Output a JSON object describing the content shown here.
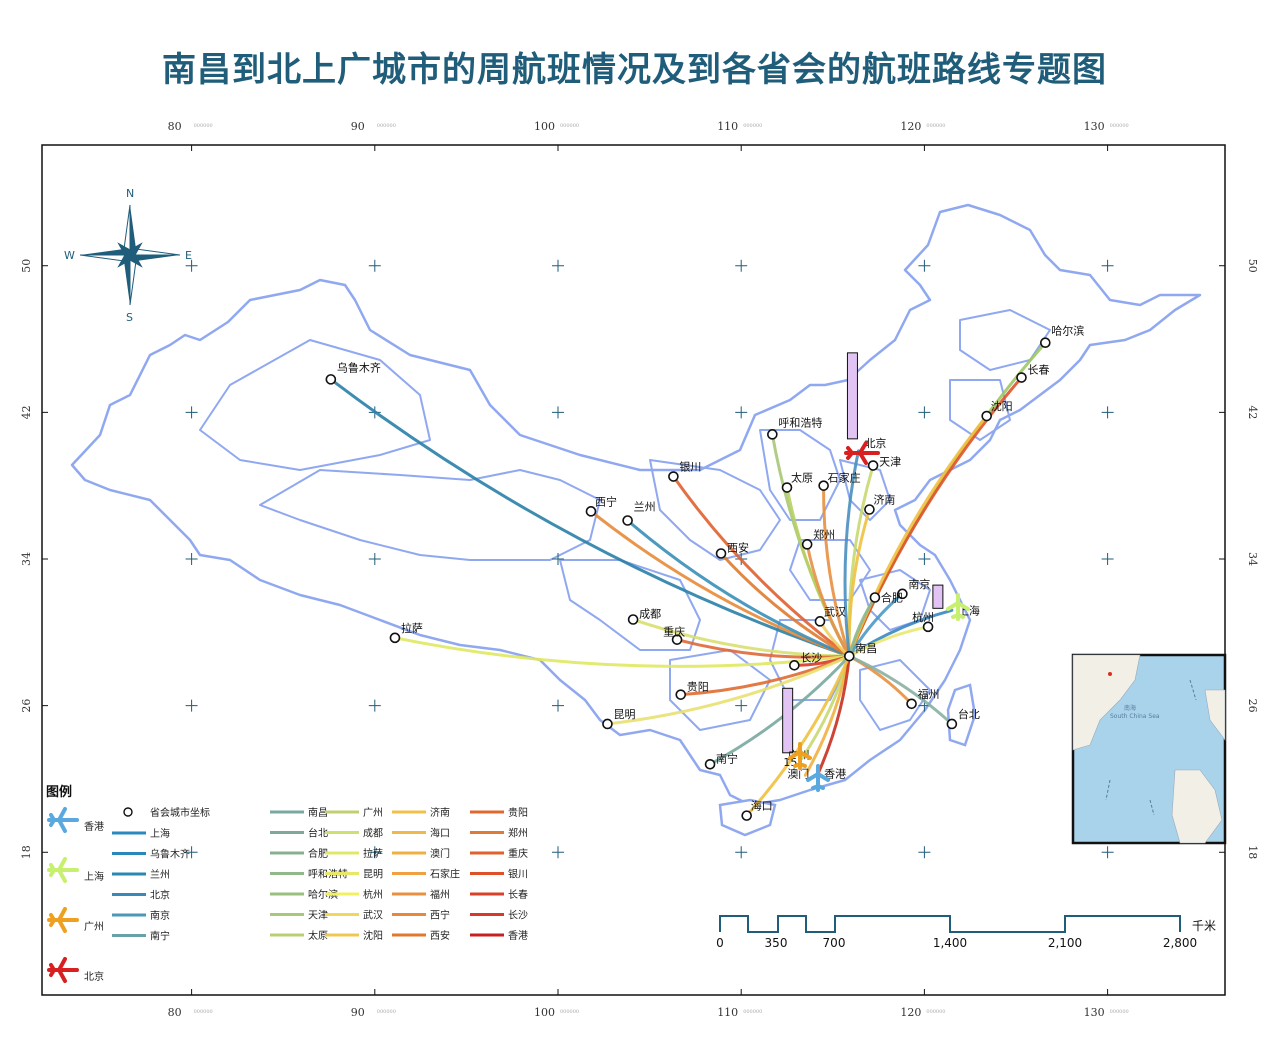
{
  "title": "南昌到北上广城市的周航班情况及到各省会的航班路线专题图",
  "axis": {
    "lon_ticks": [
      "80",
      "90",
      "100",
      "110",
      "120",
      "130"
    ],
    "lat_ticks": [
      "50",
      "42",
      "34",
      "26",
      "18"
    ],
    "sub_label": "000000"
  },
  "compass": {
    "n": "N",
    "s": "S",
    "e": "E",
    "w": "W"
  },
  "hub": {
    "name": "南昌",
    "lon": 115.9,
    "lat": 28.7
  },
  "cities": [
    {
      "name": "乌鲁木齐",
      "lon": 87.6,
      "lat": 43.8,
      "color": "#2a7fa8"
    },
    {
      "name": "哈尔滨",
      "lon": 126.6,
      "lat": 45.8,
      "color": "#9cc862"
    },
    {
      "name": "长春",
      "lon": 125.3,
      "lat": 43.9,
      "color": "#e0532a"
    },
    {
      "name": "沈阳",
      "lon": 123.4,
      "lat": 41.8,
      "color": "#f0c040"
    },
    {
      "name": "呼和浩特",
      "lon": 111.7,
      "lat": 40.8,
      "color": "#a8c878"
    },
    {
      "name": "天津",
      "lon": 117.2,
      "lat": 39.1,
      "color": "#c8d870"
    },
    {
      "name": "银川",
      "lon": 106.3,
      "lat": 38.5,
      "color": "#e06030"
    },
    {
      "name": "太原",
      "lon": 112.5,
      "lat": 37.9,
      "color": "#b8d060"
    },
    {
      "name": "石家庄",
      "lon": 114.5,
      "lat": 38.0,
      "color": "#e89040"
    },
    {
      "name": "济南",
      "lon": 117.0,
      "lat": 36.7,
      "color": "#f0c040"
    },
    {
      "name": "西宁",
      "lon": 101.8,
      "lat": 36.6,
      "color": "#e88a38"
    },
    {
      "name": "兰州",
      "lon": 103.8,
      "lat": 36.1,
      "color": "#3a8fb8"
    },
    {
      "name": "西安",
      "lon": 108.9,
      "lat": 34.3,
      "color": "#e07a30"
    },
    {
      "name": "郑州",
      "lon": 113.6,
      "lat": 34.8,
      "color": "#e89048"
    },
    {
      "name": "南京",
      "lon": 118.8,
      "lat": 32.1,
      "color": "#4a9ac8"
    },
    {
      "name": "合肥",
      "lon": 117.3,
      "lat": 31.9,
      "color": "#8ab890"
    },
    {
      "name": "上海",
      "lon": 121.5,
      "lat": 31.2,
      "color": "#3a88c0"
    },
    {
      "name": "杭州",
      "lon": 120.2,
      "lat": 30.3,
      "color": "#e8e870"
    },
    {
      "name": "武汉",
      "lon": 114.3,
      "lat": 30.6,
      "color": "#f0d060"
    },
    {
      "name": "成都",
      "lon": 104.1,
      "lat": 30.7,
      "color": "#d8e070"
    },
    {
      "name": "重庆",
      "lon": 106.5,
      "lat": 29.6,
      "color": "#e06838"
    },
    {
      "name": "拉萨",
      "lon": 91.1,
      "lat": 29.7,
      "color": "#e0e860"
    },
    {
      "name": "长沙",
      "lon": 112.9,
      "lat": 28.2,
      "color": "#d83828"
    },
    {
      "name": "贵阳",
      "lon": 106.7,
      "lat": 26.6,
      "color": "#e06a30"
    },
    {
      "name": "福州",
      "lon": 119.3,
      "lat": 26.1,
      "color": "#e89040"
    },
    {
      "name": "台北",
      "lon": 121.5,
      "lat": 25.0,
      "color": "#88b0a0"
    },
    {
      "name": "昆明",
      "lon": 102.7,
      "lat": 25.0,
      "color": "#e8e070"
    },
    {
      "name": "广州",
      "lon": 113.3,
      "lat": 23.1,
      "color": "#c8d870"
    },
    {
      "name": "南宁",
      "lon": 108.3,
      "lat": 22.8,
      "color": "#78a8a0"
    },
    {
      "name": "澳门",
      "lon": 113.5,
      "lat": 22.2,
      "color": "#f0b040"
    },
    {
      "name": "香港",
      "lon": 114.2,
      "lat": 22.3,
      "color": "#c83020"
    },
    {
      "name": "海口",
      "lon": 110.3,
      "lat": 20.0,
      "color": "#f0c040"
    },
    {
      "name": "北京",
      "lon": 116.4,
      "lat": 39.9,
      "color": "#4a8fc0"
    }
  ],
  "bars": [
    {
      "city": "北京",
      "lon": 116.4,
      "lat": 39.9,
      "value": 1.0
    },
    {
      "city": "上海",
      "lon": 121.5,
      "lat": 31.2,
      "value": 0.27
    },
    {
      "city": "广州",
      "lon": 113.3,
      "lat": 23.1,
      "value": 0.75
    }
  ],
  "map_labels": [
    {
      "text": "15",
      "lon": 112.3,
      "lat": 22.7
    }
  ],
  "legend": {
    "title": "图例",
    "planes": [
      {
        "label": "香港",
        "color": "#5aa8e0"
      },
      {
        "label": "上海",
        "color": "#c8f070"
      },
      {
        "label": "广州",
        "color": "#f0a020"
      },
      {
        "label": "北京",
        "color": "#d82020"
      }
    ],
    "marker_label": "省会城市坐标",
    "lines": [
      {
        "label": "上海",
        "color": "#2a8ac0"
      },
      {
        "label": "乌鲁木齐",
        "color": "#2a88b8"
      },
      {
        "label": "兰州",
        "color": "#2a88b0"
      },
      {
        "label": "北京",
        "color": "#3a88b8"
      },
      {
        "label": "南京",
        "color": "#4a98b8"
      },
      {
        "label": "南宁",
        "color": "#6aa0a8"
      },
      {
        "label": "南昌",
        "color": "#78a8a0"
      },
      {
        "label": "台北",
        "color": "#80a898"
      },
      {
        "label": "合肥",
        "color": "#88b090"
      },
      {
        "label": "呼和浩特",
        "color": "#90b888"
      },
      {
        "label": "哈尔滨",
        "color": "#98c080"
      },
      {
        "label": "天津",
        "color": "#a8c878"
      },
      {
        "label": "太原",
        "color": "#b8d070"
      },
      {
        "label": "广州",
        "color": "#c0d070"
      },
      {
        "label": "成都",
        "color": "#d0e070"
      },
      {
        "label": "拉萨",
        "color": "#e0e868"
      },
      {
        "label": "昆明",
        "color": "#e8e868"
      },
      {
        "label": "杭州",
        "color": "#f0f060"
      },
      {
        "label": "武汉",
        "color": "#f0d858"
      },
      {
        "label": "沈阳",
        "color": "#f0c850"
      },
      {
        "label": "济南",
        "color": "#f0c048"
      },
      {
        "label": "海口",
        "color": "#f0b848"
      },
      {
        "label": "澳门",
        "color": "#f0b040"
      },
      {
        "label": "石家庄",
        "color": "#f0a040"
      },
      {
        "label": "福州",
        "color": "#e89040"
      },
      {
        "label": "西宁",
        "color": "#e88838"
      },
      {
        "label": "西安",
        "color": "#e07830"
      },
      {
        "label": "贵阳",
        "color": "#e06830"
      },
      {
        "label": "郑州",
        "color": "#e07838"
      },
      {
        "label": "重庆",
        "color": "#e06030"
      },
      {
        "label": "银川",
        "color": "#e05028"
      },
      {
        "label": "长春",
        "color": "#d84028"
      },
      {
        "label": "长沙",
        "color": "#d83828"
      },
      {
        "label": "香港",
        "color": "#c82020"
      }
    ]
  },
  "scale_bar": {
    "labels": [
      "0",
      "350",
      "700",
      "1,400",
      "2,100",
      "2,800"
    ],
    "unit": "千米"
  },
  "inset": {
    "sea_label": "南海",
    "sea_label_en": "South China Sea"
  }
}
